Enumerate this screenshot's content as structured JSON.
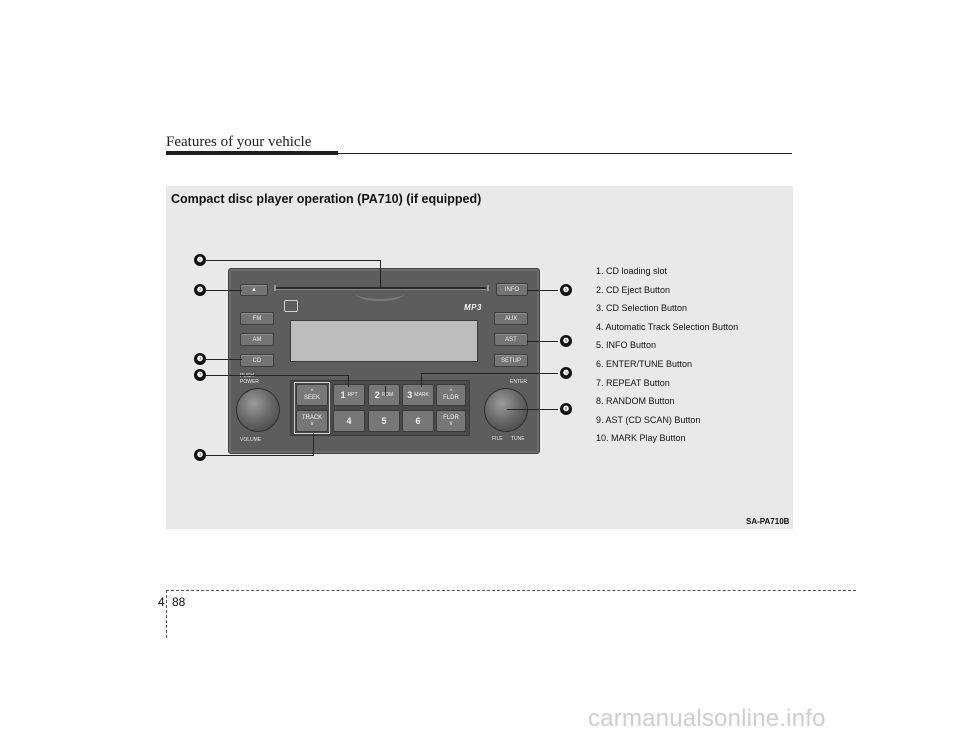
{
  "header": {
    "title": "Features of your vehicle"
  },
  "section": {
    "heading": "Compact disc player operation (PA710) (if equipped)",
    "image_code": "SA-PA710B"
  },
  "radio": {
    "eject_symbol": "▲",
    "info_label": "INFO",
    "mp3_label": "MP3",
    "fm_label": "FM",
    "am_label": "AM",
    "cd_label": "CD",
    "aux_label": "AUX",
    "ast_label": "AST",
    "setup_label": "SETUP",
    "push_power_label": "PUSH POWER",
    "volume_label": "VOLUME",
    "enter_label": "ENTER",
    "file_label": "FILE",
    "tune_label": "TUNE",
    "seek_label": "SEEK",
    "track_label": "TRACK",
    "key1_num": "1",
    "key1_sub": "RPT",
    "key2_num": "2",
    "key2_sub": "RDM",
    "key3_num": "3",
    "key3_sub": "MARK",
    "fldr_up_label": "FLDR",
    "key4_num": "4",
    "key5_num": "5",
    "key6_num": "6",
    "fldr_down_label": "FLDR",
    "chevron_up": "^",
    "chevron_down": "v"
  },
  "callouts": [
    "❶",
    "❷",
    "❸",
    "❹",
    "❺",
    "❻",
    "❼",
    "❽",
    "❾",
    "❿"
  ],
  "legend": [
    "1. CD loading slot",
    "2. CD Eject Button",
    "3. CD Selection Button",
    "4. Automatic Track Selection Button",
    "5. INFO Button",
    "6. ENTER/TUNE Button",
    "7. REPEAT Button",
    "8. RANDOM Button",
    "9. AST (CD SCAN) Button",
    "10. MARK Play Button"
  ],
  "footer": {
    "section_number": "4",
    "page_number": "88"
  },
  "watermark": "carmanualsonline.info"
}
